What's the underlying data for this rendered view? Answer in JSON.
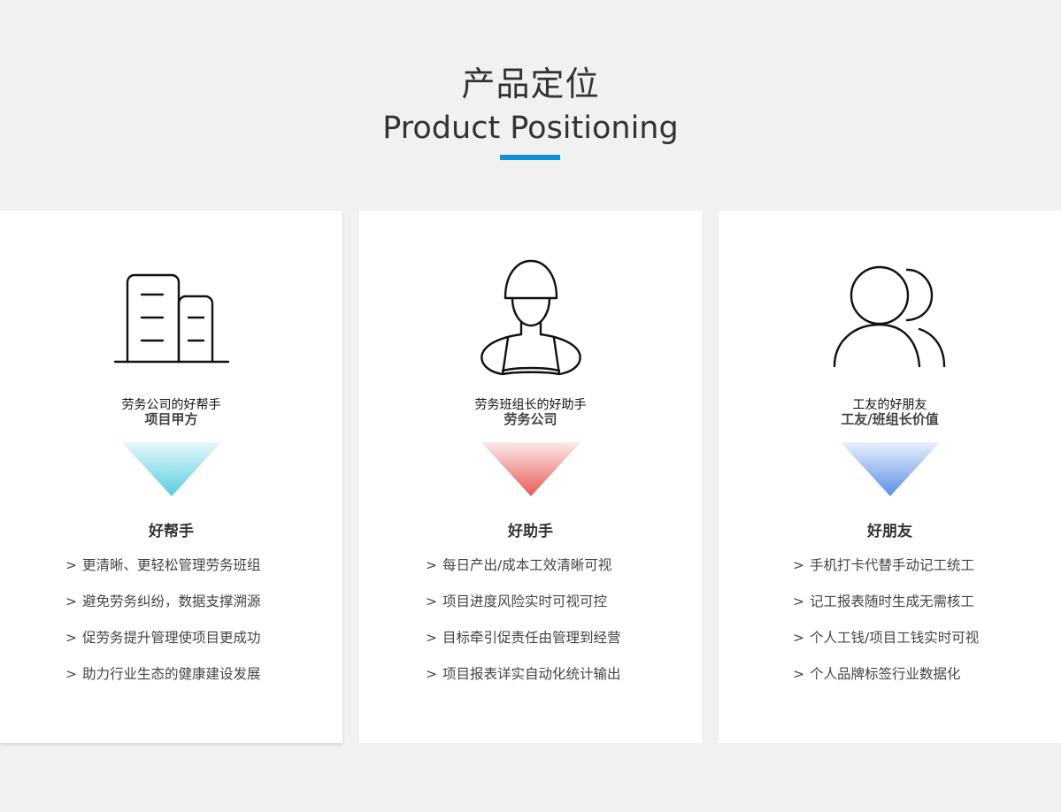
{
  "header": {
    "title_zh": "产品定位",
    "title_en": "Product Positioning",
    "accent_color": "#0f8fd6"
  },
  "cards": [
    {
      "icon": "buildings-icon",
      "subtitle": "劳务公司的好帮手",
      "subtitle_strong": "项目甲方",
      "triangle_colors": [
        "#e6f7fb",
        "#55d0e0"
      ],
      "heading": "好帮手",
      "features": [
        "更清晰、更轻松管理劳务班组",
        "避免劳务纠纷，数据支撑溯源",
        "促劳务提升管理使项目更成功",
        "助力行业生态的健康建设发展"
      ]
    },
    {
      "icon": "worker-helmet-icon",
      "subtitle": "劳务班组长的好助手",
      "subtitle_strong": "劳务公司",
      "triangle_colors": [
        "#fbeaea",
        "#e85a55"
      ],
      "heading": "好助手",
      "features": [
        "每日产出/成本工效清晰可视",
        "项目进度风险实时可视可控",
        "目标牵引促责任由管理到经营",
        "项目报表详实自动化统计输出"
      ]
    },
    {
      "icon": "users-icon",
      "subtitle": "工友的好朋友",
      "subtitle_strong": "工友/班组长价值",
      "triangle_colors": [
        "#e8f0fc",
        "#5b8fe6"
      ],
      "heading": "好朋友",
      "features": [
        "手机打卡代替手动记工统工",
        "记工报表随时生成无需核工",
        "个人工钱/项目工钱实时可视",
        "个人品牌标签行业数据化"
      ]
    }
  ],
  "bullet": ">"
}
